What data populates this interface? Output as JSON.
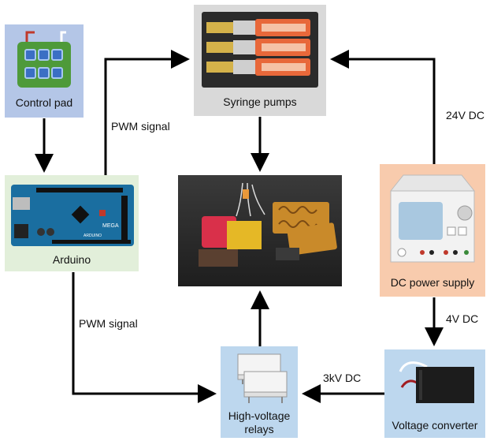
{
  "nodes": {
    "control_pad": {
      "label": "Control pad",
      "bg": "#b4c6e7"
    },
    "arduino": {
      "label": "Arduino",
      "bg": "#e2efda",
      "board_text": [
        "MEGA",
        "ARDUINO"
      ]
    },
    "syringe_pumps": {
      "label": "Syringe pumps",
      "bg": "#d9d9d9"
    },
    "dc_power_supply": {
      "label": "DC power supply",
      "bg": "#f8cbad"
    },
    "voltage_converter": {
      "label": "Voltage converter",
      "bg": "#bdd7ee"
    },
    "relays": {
      "label_line1": "High-voltage",
      "label_line2": "relays",
      "bg": "#bdd7ee"
    },
    "actuator_photo": {
      "bg": "#2b2b2b"
    }
  },
  "edges": {
    "arduino_to_pumps": "PWM signal",
    "power_to_pumps": "24V DC",
    "power_to_converter": "4V DC",
    "converter_to_relays": "3kV DC",
    "arduino_to_relays": "PWM signal"
  },
  "colors": {
    "arrow": "#000000",
    "pcb": "#1a6ea0",
    "pad_green": "#4e9a3a",
    "button_blue": "#3b6fc4"
  }
}
